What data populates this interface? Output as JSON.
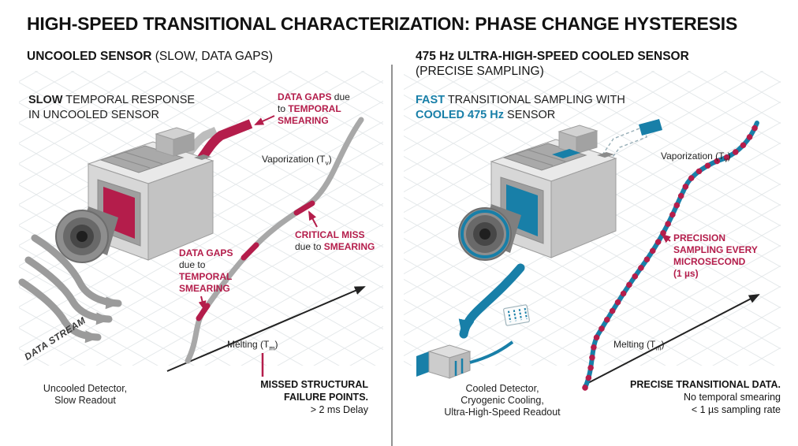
{
  "title": "HIGH-SPEED TRANSITIONAL CHARACTERIZATION: PHASE CHANGE HYSTERESIS",
  "colors": {
    "crimson": "#b41d4b",
    "teal": "#187fa8",
    "curve_gray": "#a8a8a8",
    "ink": "#1a1a1a",
    "grid": "#e4e8ea"
  },
  "left": {
    "header": {
      "bold": "UNCOOLED SENSOR",
      "normal": " (SLOW, DATA GAPS)"
    },
    "sub": {
      "b": "SLOW",
      "n": " TEMPORAL RESPONSE",
      "l2": "IN UNCOOLED SENSOR"
    },
    "note_top": {
      "l1b": "DATA GAPS",
      "l1n": " due",
      "l2n": "to ",
      "l2b": "TEMPORAL",
      "l3b": "SMEARING"
    },
    "vap": {
      "pre": "Vaporization (T",
      "sub": "v",
      "post": ")"
    },
    "note_mid": {
      "l1": "DATA GAPS",
      "l2": "due to",
      "l3": "TEMPORAL",
      "l4": "SMEARING"
    },
    "note_critical": {
      "l1": "CRITICAL MISS",
      "l2n": "due to ",
      "l2b": "SMEARING"
    },
    "melt": {
      "pre": "Melting (T",
      "sub": "m",
      "post": ")"
    },
    "stream": "DATA STREAM",
    "caption": {
      "l1": "Uncooled Detector,",
      "l2": "Slow Readout"
    },
    "missed": {
      "l1": "MISSED STRUCTURAL",
      "l2": "FAILURE POINTS.",
      "l3": "> 2 ms Delay"
    }
  },
  "right": {
    "header": {
      "bold": "475 Hz ULTRA-HIGH-SPEED COOLED SENSOR",
      "normal": "(PRECISE SAMPLING)"
    },
    "sub": {
      "b1": "FAST",
      "n1": " TRANSITIONAL SAMPLING WITH",
      "b2": "COOLED 475 Hz",
      "n2": " SENSOR"
    },
    "vap": {
      "pre": "Vaporization (T",
      "sub": "v",
      "post": ")"
    },
    "note_precision": {
      "l1": "PRECISION",
      "l2": "SAMPLING EVERY",
      "l3": "MICROSECOND",
      "l4": "(1 µs)"
    },
    "melt": {
      "pre": "Melting (T",
      "sub": "m",
      "post": ")"
    },
    "caption": {
      "l1": "Cooled Detector,",
      "l2": "Cryogenic Cooling,",
      "l3": "Ultra-High-Speed Readout"
    },
    "precise": {
      "l1": "PRECISE TRANSITIONAL DATA.",
      "l2": "No temporal smearing",
      "l3": "< 1 µs sampling rate"
    }
  }
}
